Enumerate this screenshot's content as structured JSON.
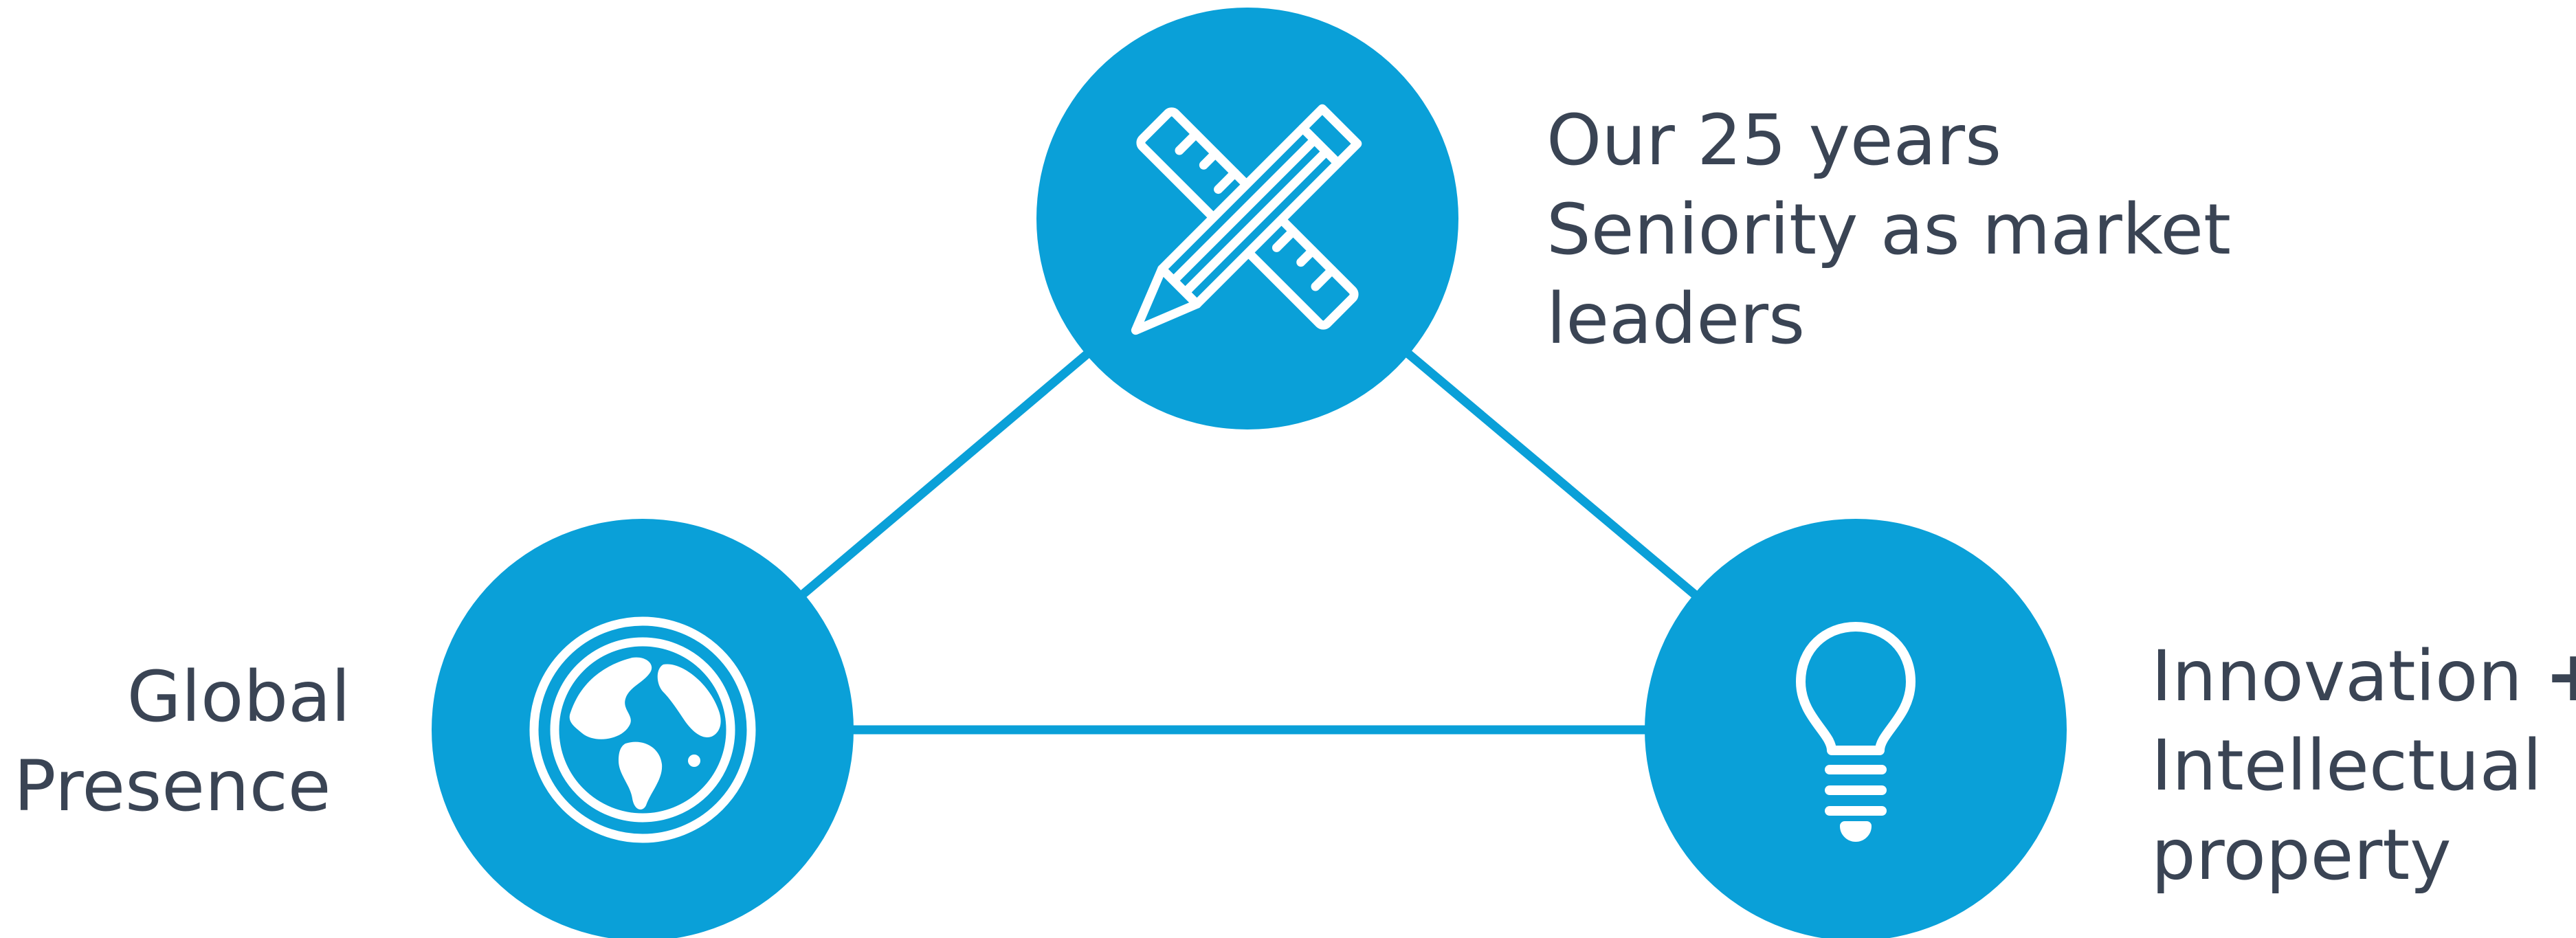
{
  "colors": {
    "accent": "#0aa0d8",
    "icon": "#ffffff",
    "text": "#3a4454"
  },
  "nodes": [
    {
      "id": "seniority",
      "icon": "pencil-ruler-icon",
      "label_lines": [
        "Our 25 years",
        "Seniority as market",
        "leaders"
      ]
    },
    {
      "id": "global",
      "icon": "globe-icon",
      "label_lines": [
        "Global",
        "Presence"
      ]
    },
    {
      "id": "innovation",
      "icon": "lightbulb-icon",
      "label_lines": [
        "Innovation",
        "Intellectual",
        "property"
      ],
      "label_suffix": "+"
    }
  ],
  "edges": [
    {
      "from": "seniority",
      "to": "global"
    },
    {
      "from": "seniority",
      "to": "innovation"
    },
    {
      "from": "global",
      "to": "innovation"
    }
  ]
}
